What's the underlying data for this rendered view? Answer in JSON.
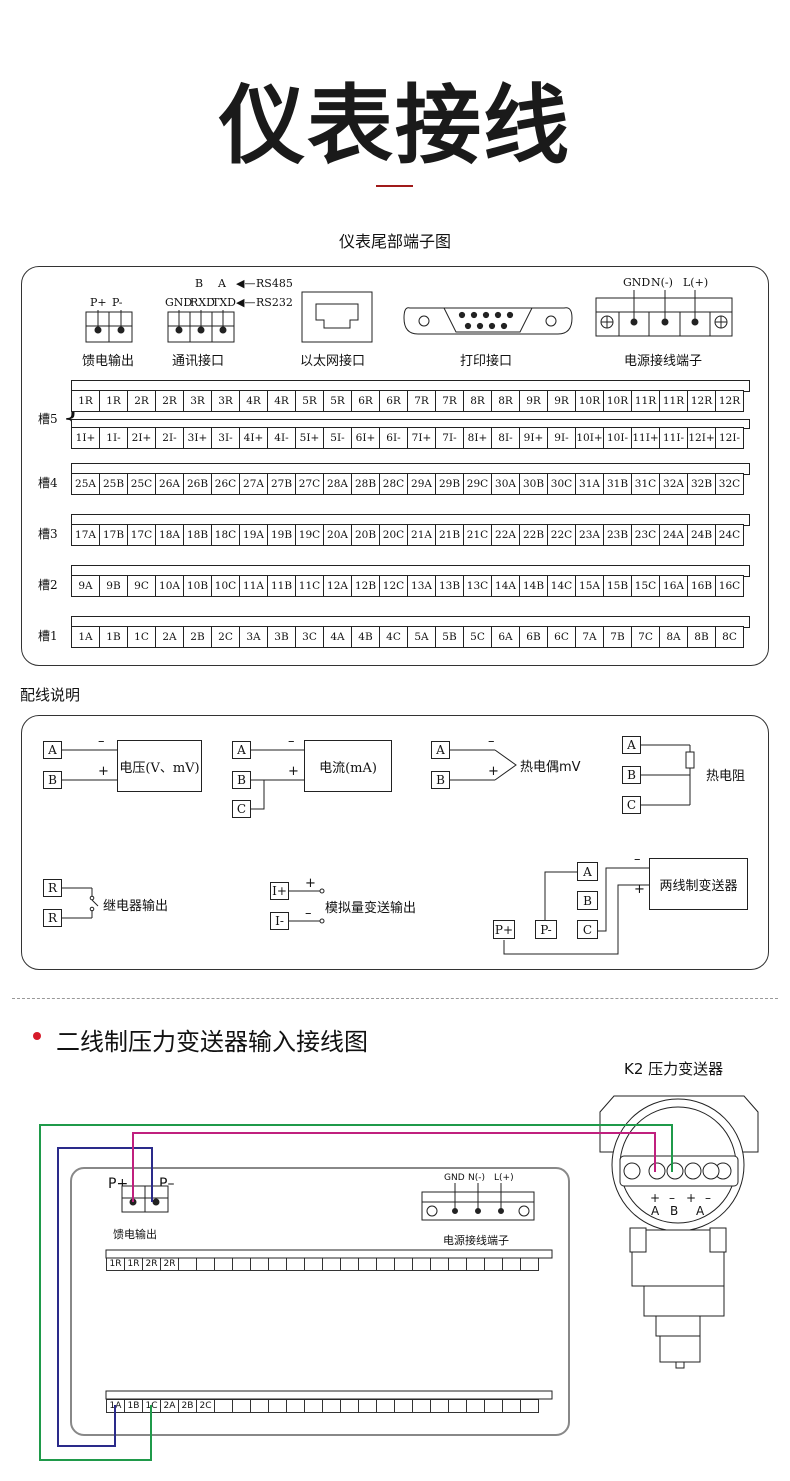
{
  "title": "仪表接线",
  "subtitle": "仪表尾部端子图",
  "rear_panel": {
    "rs485_label": "RS485",
    "rs485_pins": [
      "B",
      "A"
    ],
    "rs232_label": "RS232",
    "rs232_pins": [
      "GND",
      "RXD",
      "TXD"
    ],
    "feed_pins": [
      "P+",
      "P-"
    ],
    "power_pins": [
      "GND",
      "N(-)",
      "L(+)"
    ],
    "ports": [
      "馈电输出",
      "通讯接口",
      "以太网接口",
      "打印接口",
      "电源接线端子"
    ],
    "slot5_label": "槽5",
    "slot4_label": "槽4",
    "slot3_label": "槽3",
    "slot2_label": "槽2",
    "slot1_label": "槽1",
    "row5a": [
      "1R",
      "1R",
      "2R",
      "2R",
      "3R",
      "3R",
      "4R",
      "4R",
      "5R",
      "5R",
      "6R",
      "6R",
      "7R",
      "7R",
      "8R",
      "8R",
      "9R",
      "9R",
      "10R",
      "10R",
      "11R",
      "11R",
      "12R",
      "12R"
    ],
    "row5b": [
      "1I+",
      "1I-",
      "2I+",
      "2I-",
      "3I+",
      "3I-",
      "4I+",
      "4I-",
      "5I+",
      "5I-",
      "6I+",
      "6I-",
      "7I+",
      "7I-",
      "8I+",
      "8I-",
      "9I+",
      "9I-",
      "10I+",
      "10I-",
      "11I+",
      "11I-",
      "12I+",
      "12I-"
    ],
    "row4": [
      "25A",
      "25B",
      "25C",
      "26A",
      "26B",
      "26C",
      "27A",
      "27B",
      "27C",
      "28A",
      "28B",
      "28C",
      "29A",
      "29B",
      "29C",
      "30A",
      "30B",
      "30C",
      "31A",
      "31B",
      "31C",
      "32A",
      "32B",
      "32C"
    ],
    "row3": [
      "17A",
      "17B",
      "17C",
      "18A",
      "18B",
      "18C",
      "19A",
      "19B",
      "19C",
      "20A",
      "20B",
      "20C",
      "21A",
      "21B",
      "21C",
      "22A",
      "22B",
      "22C",
      "23A",
      "23B",
      "23C",
      "24A",
      "24B",
      "24C"
    ],
    "row2": [
      "9A",
      "9B",
      "9C",
      "10A",
      "10B",
      "10C",
      "11A",
      "11B",
      "11C",
      "12A",
      "12B",
      "12C",
      "13A",
      "13B",
      "13C",
      "14A",
      "14B",
      "14C",
      "15A",
      "15B",
      "15C",
      "16A",
      "16B",
      "16C"
    ],
    "row1": [
      "1A",
      "1B",
      "1C",
      "2A",
      "2B",
      "2C",
      "3A",
      "3B",
      "3C",
      "4A",
      "4B",
      "4C",
      "5A",
      "5B",
      "5C",
      "6A",
      "6B",
      "6C",
      "7A",
      "7B",
      "7C",
      "8A",
      "8B",
      "8C"
    ]
  },
  "wiring": {
    "heading": "配线说明",
    "voltage": "电压(V、mV)",
    "current": "电流(mA)",
    "thermocouple": "热电偶mV",
    "rtd": "热电阻",
    "relay": "继电器输出",
    "analog_out": "模拟量变送输出",
    "two_wire": "两线制变送器",
    "minus": "–",
    "plus": "+",
    "A": "A",
    "B": "B",
    "C": "C",
    "R": "R",
    "Iplus": "I+",
    "Iminus": "I-",
    "Pplus": "P+",
    "Pminus": "P-"
  },
  "example": {
    "heading": "二线制压力变送器输入接线图",
    "device": "K2 压力变送器",
    "feed_label": "馈电输出",
    "feed_pins": [
      "P+",
      "P–"
    ],
    "power_label": "电源接线端子",
    "power_pins": [
      "GND",
      "N(-)",
      "L(+)"
    ],
    "top_row": [
      "1R",
      "1R",
      "2R",
      "2R"
    ],
    "bottom_row": [
      "1A",
      "1B",
      "1C",
      "2A",
      "2B",
      "2C"
    ],
    "term_signs": [
      "+",
      "–",
      "+",
      "–"
    ],
    "term_letters": [
      "A",
      "B",
      "A"
    ]
  },
  "colors": {
    "accent_red": "#d61a2a",
    "wire_green": "#1f9a4a",
    "wire_blue": "#2a2a8a",
    "wire_magenta": "#c0207e"
  }
}
